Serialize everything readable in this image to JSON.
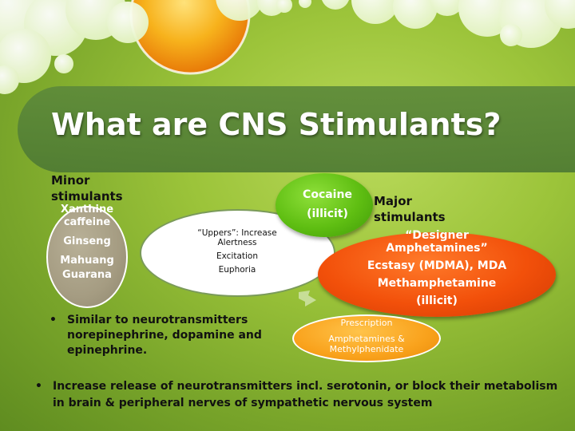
{
  "slide": {
    "title": "What are CNS Stimulants?"
  },
  "minor": {
    "label": "Minor stimulants",
    "items": [
      "Xanthine caffeine",
      "Ginseng",
      "Mahuang",
      "Guarana"
    ]
  },
  "center": {
    "items": [
      "“Uppers”: Increase Alertness",
      "Excitation",
      "Euphoria"
    ]
  },
  "cocaine": {
    "name": "Cocaine",
    "note": "(illicit)"
  },
  "major": {
    "label": "Major stimulants",
    "items": [
      "“Designer Amphetamines”",
      "Ecstasy (MDMA), MDA",
      "Methamphetamine",
      "(illicit)"
    ]
  },
  "prescription": {
    "title": "Prescription",
    "items": "Amphetamines & Methylphenidate"
  },
  "bullets": {
    "b1_symbol": "•",
    "b1": "Similar to neurotransmitters norepinephrine, dopamine and epinephrine.",
    "b2_symbol": "•",
    "b2": "Increase release of neurotransmitters incl. serotonin, or block their metabolism in brain & peripheral nerves of sympathetic nervous system"
  },
  "colors": {
    "background": "#9cc43a",
    "title_band": "#4e7a33",
    "cocaine_green": "#5fbe12",
    "major_orange": "#f2500a",
    "prescription_orange": "#f9a21c",
    "minor_gray": "#a59c82"
  }
}
